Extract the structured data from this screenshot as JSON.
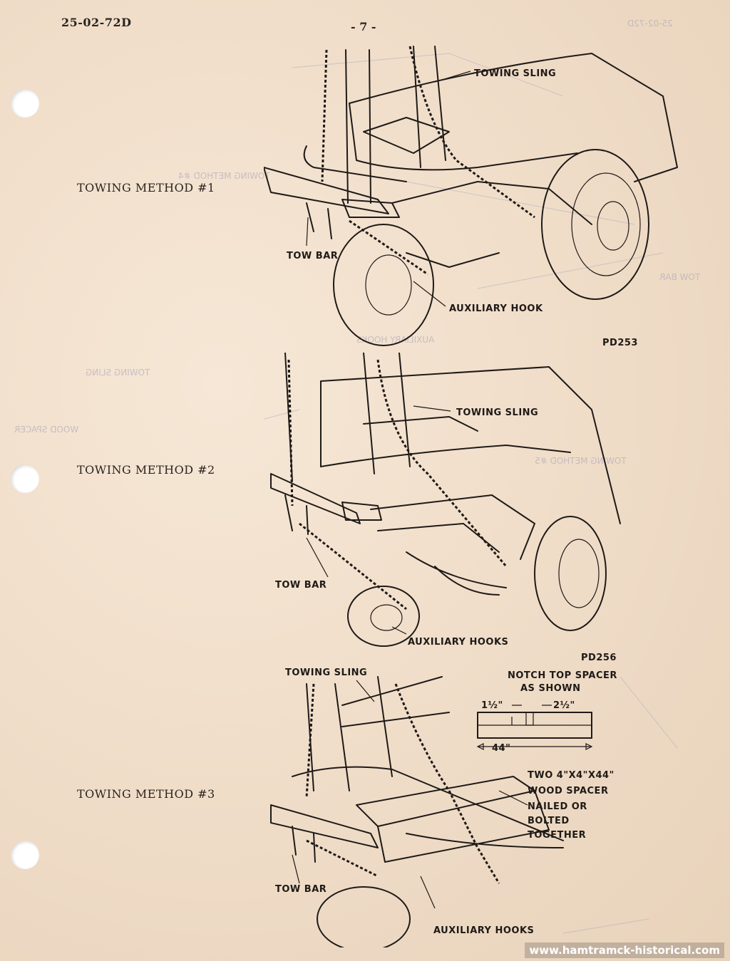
{
  "header": {
    "doc_number": "25-02-72D",
    "page_number": "- 7 -"
  },
  "sections": [
    {
      "method_label": "TOWING METHOD #1",
      "callouts": {
        "towing_sling": "TOWING SLING",
        "tow_bar": "TOW BAR",
        "hook": "AUXILIARY HOOK",
        "figure_id": "PD253"
      }
    },
    {
      "method_label": "TOWING METHOD #2",
      "callouts": {
        "towing_sling": "TOWING SLING",
        "tow_bar": "TOW BAR",
        "hook": "AUXILIARY HOOKS",
        "figure_id": "PD256"
      }
    },
    {
      "method_label": "TOWING METHOD #3",
      "callouts": {
        "towing_sling": "TOWING SLING",
        "tow_bar": "TOW BAR",
        "hook": "AUXILIARY HOOKS",
        "notch_line1": "NOTCH TOP SPACER",
        "notch_line2": "AS SHOWN",
        "dim_left": "1½\"",
        "dim_right": "2½\"",
        "dim_length": "44\"",
        "spacer_line1": "TWO 4\"X4\"X44\"",
        "spacer_line2": "WOOD SPACER",
        "spacer_line3": "NAILED OR",
        "spacer_line4": "BOLTED",
        "spacer_line5": "TOGETHER"
      }
    }
  ],
  "bleed_through": {
    "text1": "TOWING METHOD #4",
    "text2": "TOWING METHOD #5",
    "text3": "AUXILIARY HOOKS",
    "text4": "WOOD SPACER",
    "text5": "TOWING SLING",
    "text6": "TOW BAR",
    "text7": "25-02-72D"
  },
  "watermark": "www.hamtramck-historical.com"
}
